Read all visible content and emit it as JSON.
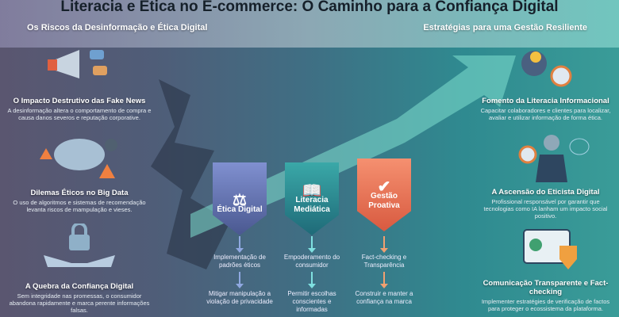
{
  "title": "Literacia e Ética no E-commerce: O Caminho para a Confiança Digital",
  "left": {
    "heading": "Os Riscos da Desinformação e Ética Digital",
    "items": [
      {
        "title": "O Impacto Destrutivo das Fake News",
        "desc": "A desinformação altera o comportamento de compra e causa danos severos e reputação corporative.",
        "icon": "megaphone-icon"
      },
      {
        "title": "Dilemas Éticos no Big Data",
        "desc": "O uso de algoritmos e sistemas de recomendação levanta riscos de mampulação e vieses.",
        "icon": "cloud-warning-icon"
      },
      {
        "title": "A Quebra da Confiança Digital",
        "desc": "Sem integridade nas promessas, o consumidor abandona rapidamente e marca perente informações falsas.",
        "icon": "broken-lock-handshake-icon"
      }
    ]
  },
  "right": {
    "heading": "Estratégias para uma Gestão Resiliente",
    "items": [
      {
        "title": "Fomento da Literacia Informacional",
        "desc": "Capacitar colaboradores e clientes para localizar, avaliar e utilizar informação de forma ética.",
        "icon": "lightbulb-compass-icon"
      },
      {
        "title": "A Ascensão do Eticista Digital",
        "desc": "Profissional responsável por garantir que tecnologias como IA lanham um impacto social positivo.",
        "icon": "ethicist-icon"
      },
      {
        "title": "Comunicação Transparente e Fact-checking",
        "desc": "Implementer estratégies de verificação de factos para proteger o ecossistema da plataforma.",
        "icon": "verified-shield-icon"
      }
    ]
  },
  "pillars": [
    {
      "label": "Ética Digital",
      "step1": "Implementação de padrões éticos",
      "step2": "Mitigar manipulação a violação de privacidade",
      "color": "#6a78b8",
      "arrow": "#8fa8e0",
      "icon": "scales-shield-icon"
    },
    {
      "label": "Literacia Mediática",
      "step1": "Empoderamento do consumidor",
      "step2": "Permitir escolhas conscientes e informadas",
      "color": "#2d8a90",
      "arrow": "#7fe0e0",
      "icon": "book-magnifier-icon"
    },
    {
      "label": "Gestão Proativa",
      "step1": "Fact-checking e Transparência",
      "step2": "Construir e manter a confiança na marca",
      "color": "#e8735a",
      "arrow": "#f0a070",
      "icon": "check-gear-icon"
    }
  ]
}
